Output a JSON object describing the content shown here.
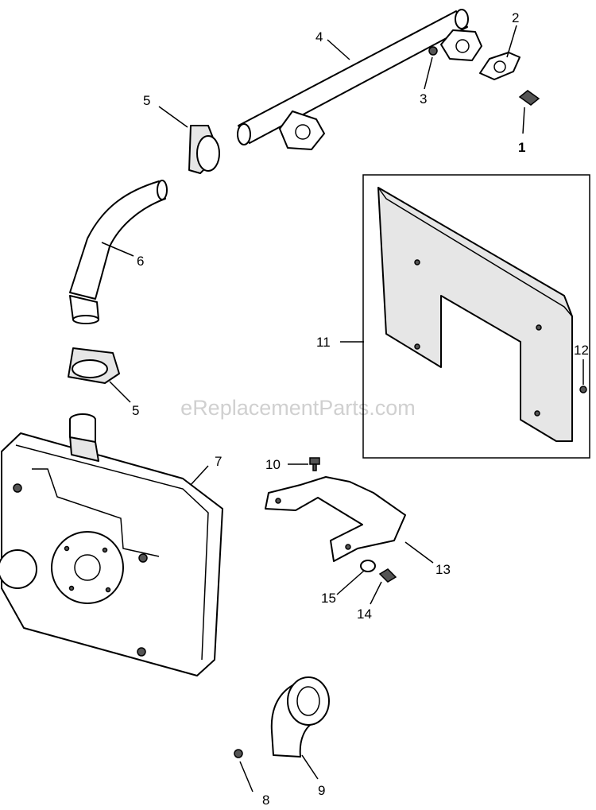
{
  "watermark": "eReplacementParts.com",
  "callouts": {
    "c1": "1",
    "c2": "2",
    "c3": "3",
    "c4": "4",
    "c5a": "5",
    "c5b": "5",
    "c6": "6",
    "c7": "7",
    "c8": "8",
    "c9": "9",
    "c10": "10",
    "c11": "11",
    "c12": "12",
    "c13": "13",
    "c14": "14",
    "c15": "15"
  }
}
